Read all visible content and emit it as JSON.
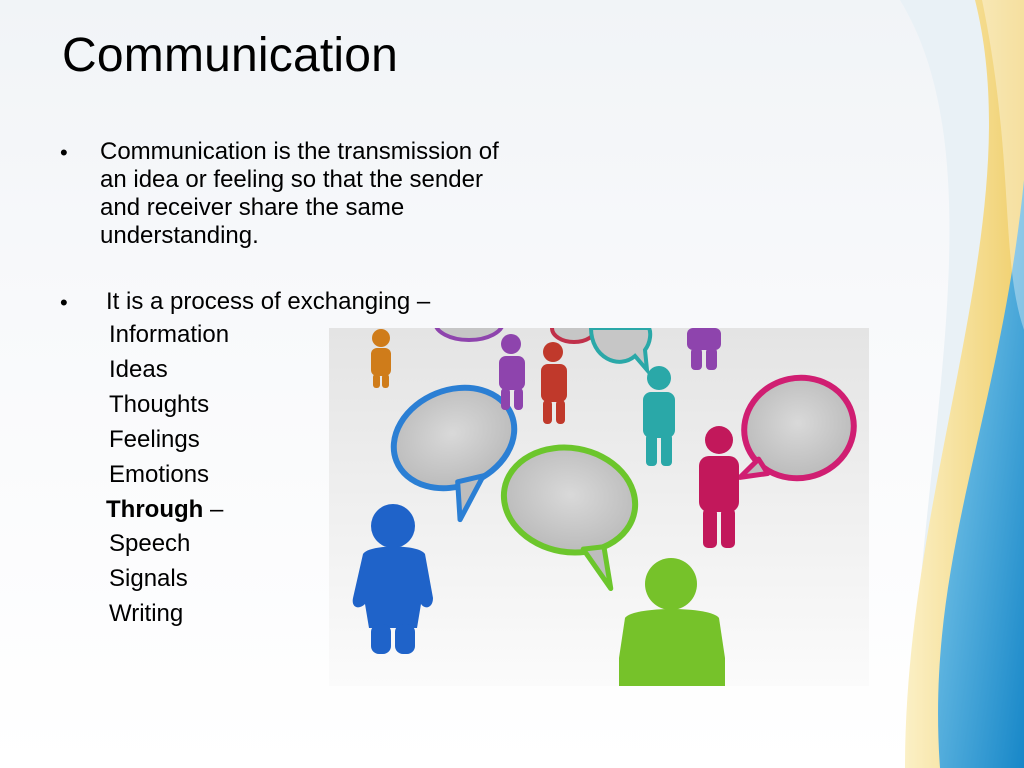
{
  "slide": {
    "title": "Communication",
    "bullet_symbol": "•",
    "bullet1": "Communication is the transmission of an idea or feeling so that the sender and receiver share the same understanding.",
    "bullet2": "It is a process of exchanging –",
    "box_glyph": "",
    "exchange_items": [
      "Information",
      "Ideas",
      "Thoughts",
      "Feelings",
      "Emotions"
    ],
    "through_label": "Through",
    "through_dash": " –",
    "through_items": [
      "Speech",
      "Signals",
      "Writing"
    ]
  },
  "colors": {
    "accent_blue": "#1f9ad6",
    "accent_yellow": "#f2d36b"
  }
}
